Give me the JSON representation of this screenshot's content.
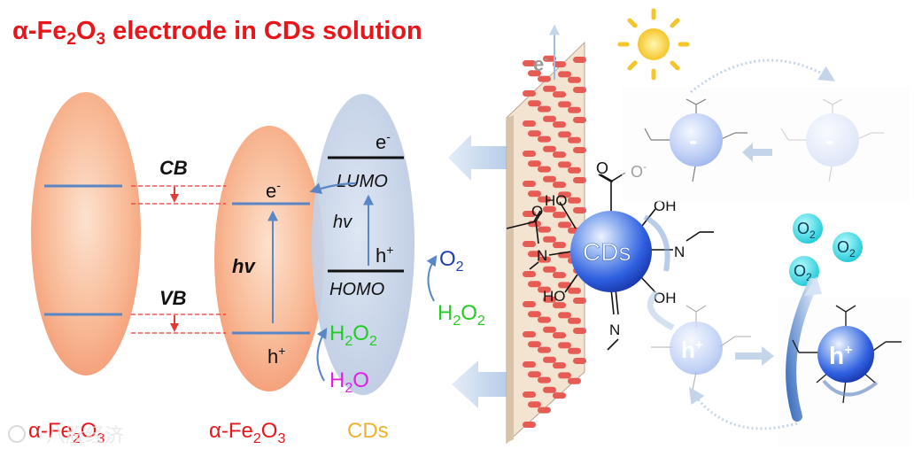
{
  "title": {
    "prefix": "α-Fe",
    "sub1": "2",
    "mid": "O",
    "sub2": "3",
    "suffix": " electrode in CDs solution"
  },
  "band_diagram": {
    "cb_label": "CB",
    "vb_label": "VB",
    "electron": "e",
    "electron_sup": "-",
    "hole": "h",
    "hole_sup": "+",
    "hv": "hv",
    "lumo": "LUMO",
    "homo": "HOMO",
    "h2o2": "H",
    "h2o2_sub": "2",
    "h2o2_o": "O",
    "h2o2_sub2": "2",
    "h2o_h": "H",
    "h2o_sub": "2",
    "h2o_o": "O",
    "o2": "O",
    "o2_sub": "2",
    "h2o2_right": "H",
    "h2o2_right_sub": "2",
    "h2o2_right_o": "O",
    "h2o2_right_sub2": "2"
  },
  "bottom_labels": {
    "left_prefix": "α-Fe",
    "left_sub1": "2",
    "left_mid": "O",
    "left_sub2": "3",
    "center_prefix": "α-Fe",
    "center_sub1": "2",
    "center_mid": "O",
    "center_sub2": "3",
    "cds": "CDs"
  },
  "mechanism": {
    "electron_label": "e",
    "electron_sup": "-",
    "cds_label": "CDs",
    "carboxyl": "O",
    "carboxyl_sup": "-",
    "oh": "OH",
    "ho": "HO",
    "n": "N",
    "minus": "-",
    "hole": "h",
    "hole_sup": "+",
    "o2": "O",
    "o2_sub": "2"
  },
  "watermark": "八股经济",
  "colors": {
    "title": "#e8161b",
    "blue_line": "#5a86c5",
    "red_dash": "#e23b36",
    "orange": "#f0b030",
    "green": "#22cc22",
    "magenta": "#e020e0",
    "dark_blue": "#1f3fb0",
    "cyan": "#22d6e0"
  }
}
